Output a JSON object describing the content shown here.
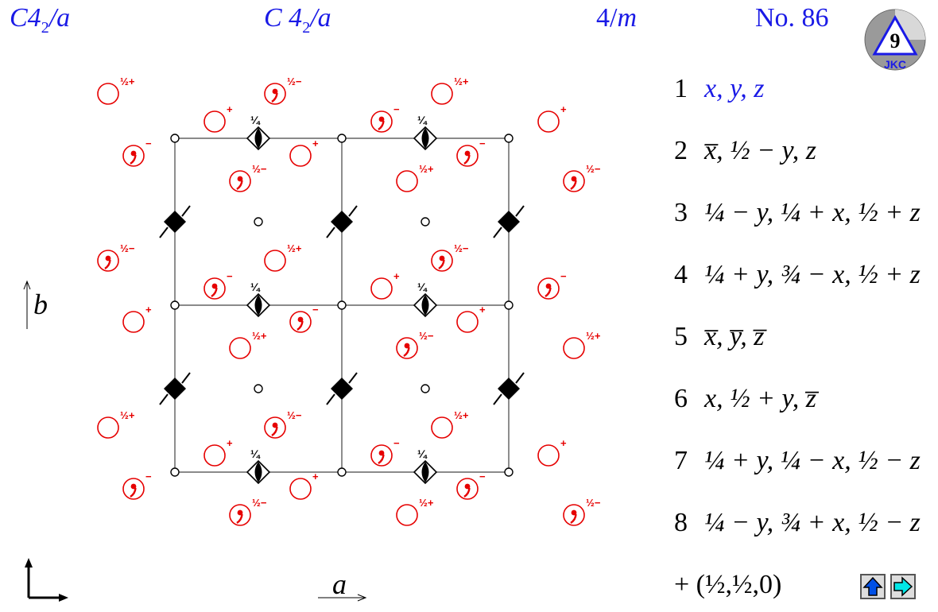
{
  "header": {
    "short_symbol": "C4",
    "short_sub": "2",
    "short_tail": "/a",
    "full_symbol": "C 4",
    "full_sub": "2",
    "full_tail": "/a",
    "point_group_num": "4/",
    "point_group_tail": "m",
    "number": "No. 86"
  },
  "logo": {
    "text": "JKC",
    "icon": "jkc-logo-icon"
  },
  "axes": {
    "a": "a",
    "b": "b"
  },
  "height_labels": {
    "quarter": "¼",
    "half_plus": "½+",
    "half_minus": "½−",
    "plus": "+",
    "minus": "−"
  },
  "operations": [
    {
      "n": "1",
      "text": "x, y, z"
    },
    {
      "n": "2",
      "text": "x̅, ½ − y, z"
    },
    {
      "n": "3",
      "text": "¼ − y, ¼ + x, ½ + z"
    },
    {
      "n": "4",
      "text": "¼ + y, ¾ − x, ½ + z"
    },
    {
      "n": "5",
      "text": "x̅, y̅, z̅"
    },
    {
      "n": "6",
      "text": "x, ½ + y, z̅"
    },
    {
      "n": "7",
      "text": "¼ + y, ¼ − x, ½ − z"
    },
    {
      "n": "8",
      "text": "¼ − y, ¾ + x, ½ − z"
    }
  ],
  "centering": "+ (½,½,0)",
  "nav": {
    "up_icon": "up-arrow-icon",
    "next_icon": "right-arrow-icon"
  },
  "colors": {
    "symbol_blue": "#1a1ae6",
    "position_red": "#e60000",
    "up_button": "#0050e6",
    "next_button": "#00e6e6"
  }
}
